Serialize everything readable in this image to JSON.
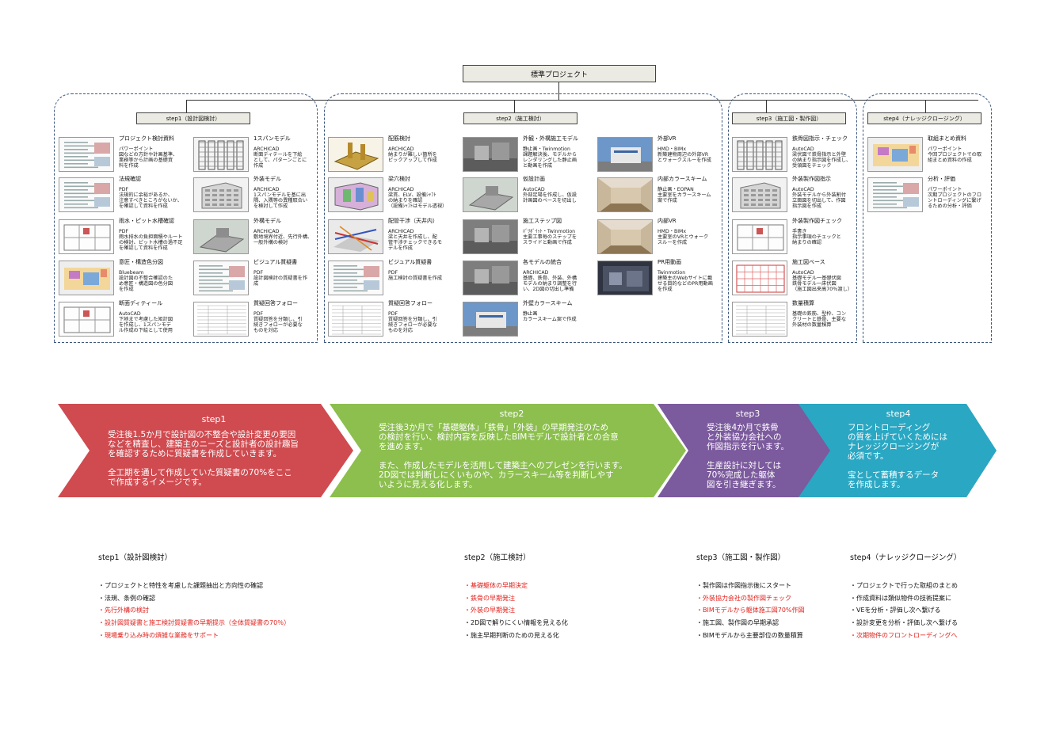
{
  "root": {
    "label": "標準プロジェクト"
  },
  "steps": [
    {
      "header": "step1（設計図検討）",
      "cards": [
        {
          "title": "プロジェクト検討資料",
          "text": "パワーポイント\n図などの方針や計画基準、\n業務等から計画の基礎資\n料を作成",
          "thumb": "doc"
        },
        {
          "title": "1スパンモデル",
          "text": "ARCHICAD\n断面ディテールを下絵\nとして、パターンごとに\n作成",
          "thumb": "frame"
        },
        {
          "title": "法規確認",
          "text": "PDF\n法規的に余裕があるか、\n注意すべきところがないか、\nを確認して資料を作成",
          "thumb": "doc"
        },
        {
          "title": "外装モデル",
          "text": "ARCHICAD\n1スパンモデルを基に出\n隅、入隅等の異種取合い\nを検討して作成",
          "thumb": "building"
        },
        {
          "title": "雨水・ピット水槽確認",
          "text": "PDF\n雨水排水の負担面積やルート\nの検討、ピット水槽の過不足\nを確認して資料を作成",
          "thumb": "plan"
        },
        {
          "title": "外構モデル",
          "text": "ARCHICAD\n敷地境界付近、先行外構、\n一般外構の検討",
          "thumb": "site"
        },
        {
          "title": "意匠・構造色分図",
          "text": "Bluebeam\n設計図の不整合確認のた\nめ意匠・構造図の色分図\nを作成",
          "thumb": "color"
        },
        {
          "title": "ビジュアル質疑書",
          "text": "PDF\n設計図検討の質疑書を作\n成",
          "thumb": "doc"
        },
        {
          "title": "断面ディティール",
          "text": "AutoCAD\n下地まで考慮した矩計図\nを作成し、1スパンモデ\nル作成の下絵として使用",
          "thumb": "plan"
        },
        {
          "title": "質疑回答フォロー",
          "text": "PDF\n質疑回答を分類し、引\n続きフォローが必要な\nものを対応",
          "thumb": "table"
        }
      ]
    },
    {
      "header": "step2（施工検討）",
      "cards": [
        {
          "title": "配筋検討",
          "text": "ARCHICAD\n納まりが難しい箇所を\nピックアップして作成",
          "thumb": "rebar"
        },
        {
          "title": "外観・外構施工モデル",
          "text": "静止画・Twinmotion\n課題解決後、モデルから\nレンダリングした静止画\nと動画を作成",
          "thumb": "photo"
        },
        {
          "title": "外部VR",
          "text": "HMD・BIMx\n新築建物周辺の外部VR\nとウォークスルーを作成",
          "thumb": "sky"
        },
        {
          "title": "梁穴検討",
          "text": "ARCHICAD\n梁貫、ELV、設備ｼｬﾌﾄ\nの納まりを確認\n（設備ｼｬﾌﾄはモデル透視）",
          "thumb": "color3d"
        },
        {
          "title": "仮設計画",
          "text": "AutoCAD\n外部足場を作成し、仮設\n計画図のベースを切出し",
          "thumb": "site"
        },
        {
          "title": "内部カラースキーム",
          "text": "静止画・EOPAN\n主要室をカラースキーム\n案で作成",
          "thumb": "interior"
        },
        {
          "title": "配管干渉（天井内）",
          "text": "ARCHICAD\n梁と天井を作成し、配\n管干渉チェックできるモ\nデルを作成",
          "thumb": "pipes"
        },
        {
          "title": "施工ステップ図",
          "text": "ﾊﾞﾘﾎﾞｲｯﾄ・Twinmotion\n主要工事毎のステップを\nスライドと動画で作成",
          "thumb": "photo"
        },
        {
          "title": "内部VR",
          "text": "HMD・BIMx\n主要室のVRとウォーク\nスルーを作成",
          "thumb": "interior"
        },
        {
          "title": "ビジュアル質疑書",
          "text": "PDF\n施工検討の質疑書を作成",
          "thumb": "doc"
        },
        {
          "title": "各モデルの統合",
          "text": "ARCHICAD\n基礎、鉄骨、外装、外構\nモデルの納まり調整を行\nい、2D図の切出し準備",
          "thumb": "photo"
        },
        {
          "title": "PR用動画",
          "text": "Twinmotion\n建築主のWebサイトに載\nせる目的などのPR用動画\nを作成",
          "thumb": "dark"
        },
        {
          "title": "質疑回答フォロー",
          "text": "PDF\n質疑回答を分類し、引\n続きフォローが必要な\nものを対応",
          "thumb": "table"
        },
        {
          "title": "外壁カラースキーム",
          "text": "静止画\nカラースキーム案で作成",
          "thumb": "sky"
        }
      ]
    },
    {
      "header": "step3（施工図・製作図）",
      "cards": [
        {
          "title": "鉄骨図指示・チェック",
          "text": "AutoCAD\n梁伏図で鉄骨指示と外壁\nの納まり指示図を作成し、\n受領図をチェック",
          "thumb": "frame"
        },
        {
          "title": "外装製作図指示",
          "text": "AutoCAD\n外装モデルから外装割付\n立面図を切出して、作図\n指示図を作成",
          "thumb": "building"
        },
        {
          "title": "外装製作図チェック",
          "text": "手書き\n指示事項のチェックと\n納まりの確認",
          "thumb": "plan"
        },
        {
          "title": "施工図ベース",
          "text": "AutoCAD\n基礎モデル一基礎伏図\n鉄骨モデル一床伏図\n（施工図出来高70％渡し）",
          "thumb": "redplan"
        },
        {
          "title": "数量積算",
          "text": "基礎の鉄筋、型枠、コン\nクリートと鉄骨、主要な\n外装材の数量積算",
          "thumb": "table"
        }
      ]
    },
    {
      "header": "step4（ナレッジクロージング）",
      "cards": [
        {
          "title": "取組まとめ資料",
          "text": "パワーポイント\n今回プロジェクトでの取\n組まとめ資料の作成",
          "thumb": "color"
        },
        {
          "title": "分析・評価",
          "text": "パワーポイント\n次期プロジェクトのフロ\nントローディングに繋げ\nるための分析・評価",
          "thumb": "doc"
        }
      ]
    }
  ],
  "arrows": [
    {
      "title": "step1",
      "text": "受注後1.5か月で設計図の不整合や設計変更の要因\nなどを精査し、建築主のニーズと設計者の設計趣旨\nを確認するために質疑書を作成していきます。\n\n全工期を通して作成していた質疑書の70%をここ\nで作成するイメージです。",
      "color": "#cf4b50"
    },
    {
      "title": "step2",
      "text": "受注後3か月で「基礎躯体」「鉄骨」「外装」の早期発注のため\nの検討を行い、検討内容を反映したBIMモデルで設計者との合意\nを進めます。\n\nまた、作成したモデルを活用して建築主へのプレゼンを行います。\n2D図では判断しにくいものや、カラースキーム等を判断しやす\nいように見える化します。",
      "color": "#8cbf4e"
    },
    {
      "title": "step3",
      "text": "受注後4か月で鉄骨\nと外装協力会社への\n作図指示を行います。\n\n生産設計に対しては\n70%完成した躯体\n図を引き継ぎます。",
      "color": "#7b5a9d"
    },
    {
      "title": "step4",
      "text": "フロントローディング\nの質を上げていくためには\nナレッジクロージングが\n必須です。\n\n宝として蓄積するデータ\nを作成します。",
      "color": "#2aa7c3"
    }
  ],
  "summary": [
    {
      "heading": "step1（設計図検討）",
      "items": [
        {
          "text": "・プロジェクトと特性を考慮した課題抽出と方向性の確認",
          "red": false
        },
        {
          "text": "・法規、条例の確認",
          "red": false
        },
        {
          "text": "・先行外構の検討",
          "red": true
        },
        {
          "text": "・設計図質疑書と施工検討質疑書の早期提示（全体質疑書の70％）",
          "red": true
        },
        {
          "text": "・現場乗り込み時の煩雑な業務をサポート",
          "red": true
        }
      ]
    },
    {
      "heading": "step2（施工検討）",
      "items": [
        {
          "text": "・基礎躯体の早期決定",
          "red": true
        },
        {
          "text": "・鉄骨の早期発注",
          "red": true
        },
        {
          "text": "・外装の早期発注",
          "red": true
        },
        {
          "text": "・2D図で解りにくい情報を見える化",
          "red": false
        },
        {
          "text": "・施主早期判断のための見える化",
          "red": false
        }
      ]
    },
    {
      "heading": "step3（施工図・製作図）",
      "items": [
        {
          "text": "・製作図は作図指示後にスタート",
          "red": false
        },
        {
          "text": "・外装協力会社の製作図チェック",
          "red": true
        },
        {
          "text": "・BIMモデルから躯体施工図70%作図",
          "red": true
        },
        {
          "text": "・施工図、製作図の早期承認",
          "red": false
        },
        {
          "text": "・BIMモデルから主要部位の数量積算",
          "red": false
        }
      ]
    },
    {
      "heading": "step4（ナレッジクロージング）",
      "items": [
        {
          "text": "・プロジェクトで行った取組のまとめ",
          "red": false
        },
        {
          "text": "・作成資料は類似物件の技術提案に",
          "red": false
        },
        {
          "text": "・VEを分析・評価し次へ繋げる",
          "red": false
        },
        {
          "text": "・設計変更を分析・評価し次へ繋げる",
          "red": false
        },
        {
          "text": "・次期物件のフロントローディングへ",
          "red": true
        }
      ]
    }
  ]
}
